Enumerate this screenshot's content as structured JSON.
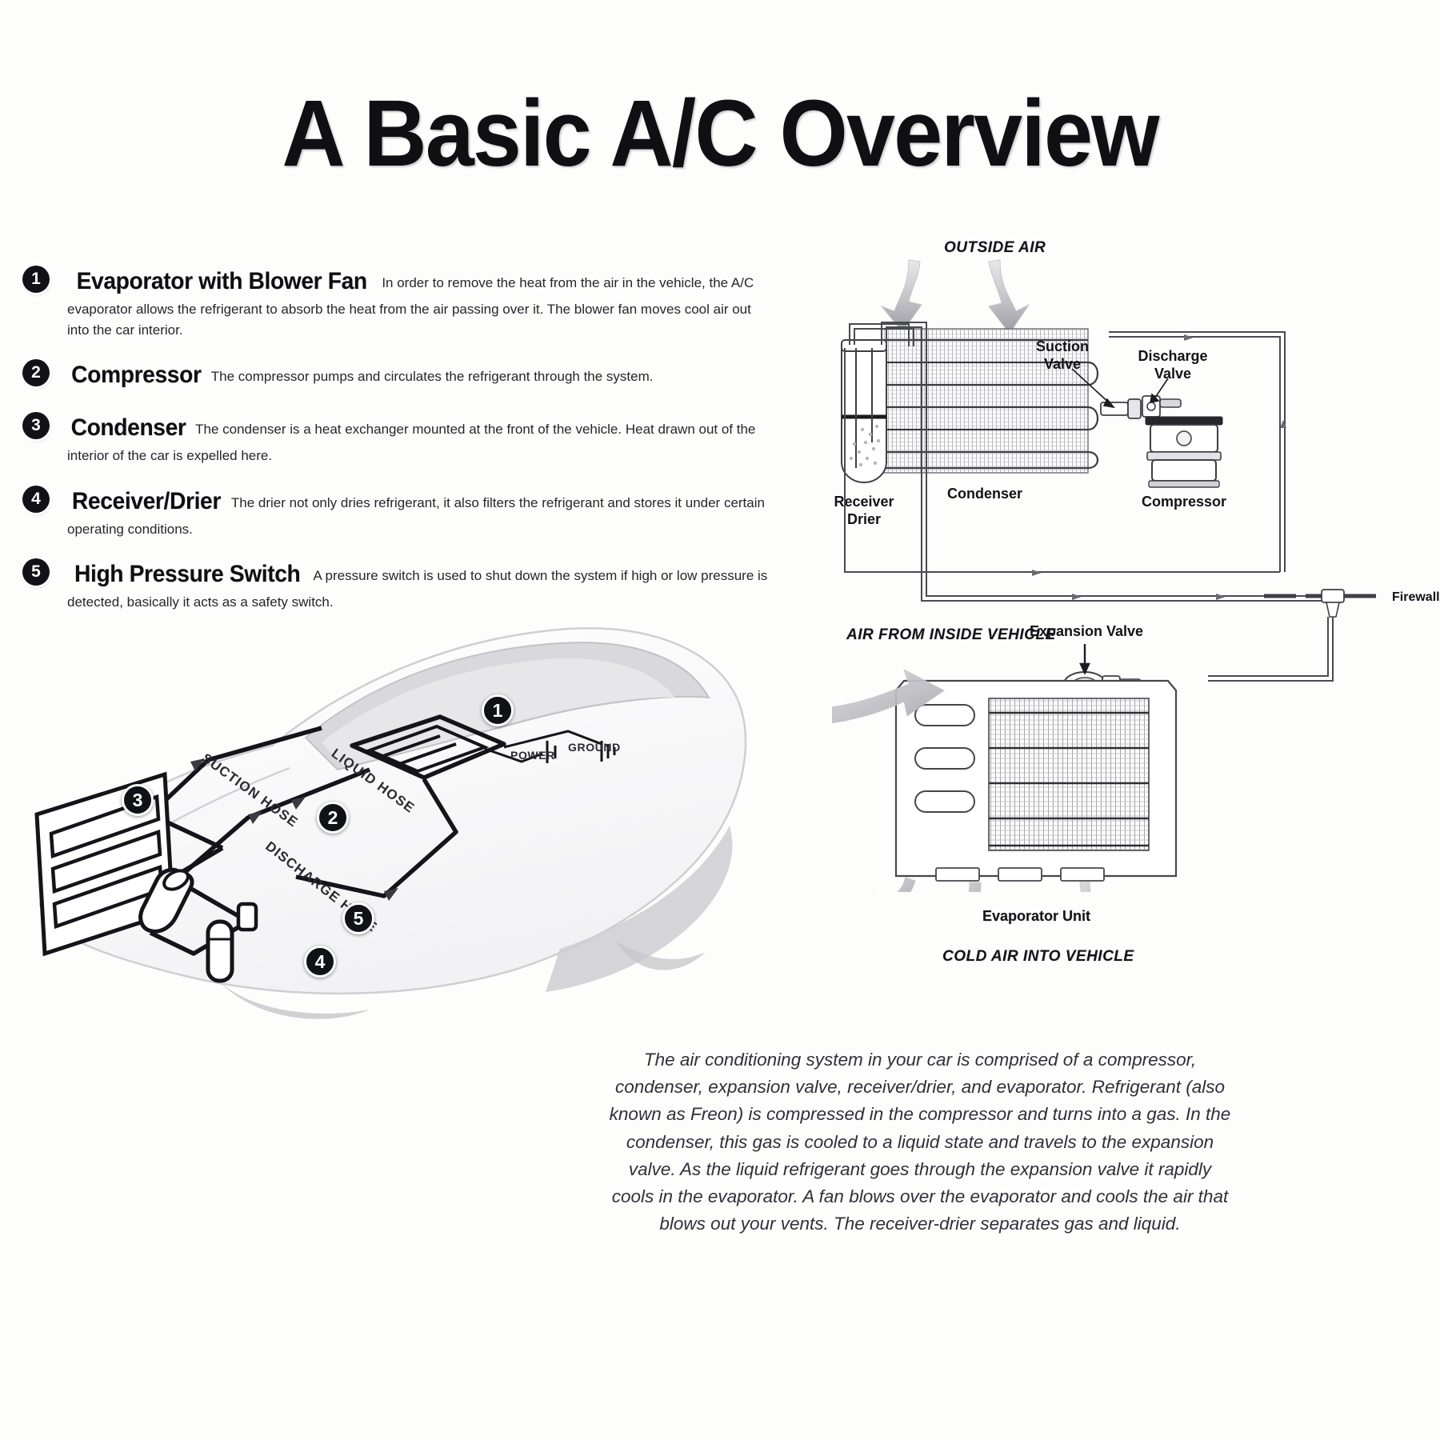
{
  "title": "A Basic A/C Overview",
  "components": [
    {
      "number": "1",
      "term": "Evaporator with Blower Fan",
      "description": "In order to remove the heat from the air in the vehicle, the A/C evaporator allows the refrigerant to absorb the heat from the air passing over it. The blower fan moves cool air out into the car interior."
    },
    {
      "number": "2",
      "term": "Compressor",
      "description": "The compressor pumps and circulates the refrigerant through the system."
    },
    {
      "number": "3",
      "term": "Condenser",
      "description": "The condenser is a heat exchanger mounted at the front of the vehicle. Heat drawn out of the interior of the car is expelled here."
    },
    {
      "number": "4",
      "term": "Receiver/Drier",
      "description": "The drier not only dries refrigerant, it also filters the refrigerant and stores it under certain operating conditions."
    },
    {
      "number": "5",
      "term": "High Pressure Switch",
      "description": "A pressure switch is used to shut down the system if  high or low pressure is detected, basically it acts as a safety switch."
    }
  ],
  "summary": "The air conditioning system in your car is comprised of a compressor, condenser, expansion valve, receiver/drier, and evaporator. Refrigerant (also known as Freon) is compressed in the compressor and turns into a gas. In the condenser, this gas is cooled to a liquid state and travels to the expansion valve. As the liquid refrigerant goes through the expansion valve it rapidly cools in the evaporator. A fan blows over the evaporator and cools the air that blows out your vents. The receiver-drier separates gas and liquid.",
  "schematic": {
    "outside_air": "OUTSIDE AIR",
    "receiver_drier_line1": "Receiver",
    "receiver_drier_line2": "Drier",
    "condenser": "Condenser",
    "suction_valve_line1": "Suction",
    "suction_valve_line2": "Valve",
    "discharge_valve_line1": "Discharge",
    "discharge_valve_line2": "Valve",
    "compressor": "Compressor",
    "firewall": "Firewall",
    "expansion_valve": "Expansion Valve",
    "air_from_inside": "AIR FROM INSIDE VEHICLE",
    "evaporator_unit": "Evaporator Unit",
    "cold_air": "COLD AIR INTO VEHICLE"
  },
  "car_diagram": {
    "suction_hose": "SUCTION HOSE",
    "liquid_hose": "LIQUID HOSE",
    "discharge_hose": "DISCHARGE HOSE",
    "power": "POWER",
    "ground": "GROUND",
    "callouts": [
      "1",
      "2",
      "3",
      "4",
      "5"
    ]
  },
  "colors": {
    "ink": "#121218",
    "arrow_gray": "#b9b9bd",
    "body_gray": "#d6d6d9",
    "fin_gray": "#8d8d93"
  }
}
